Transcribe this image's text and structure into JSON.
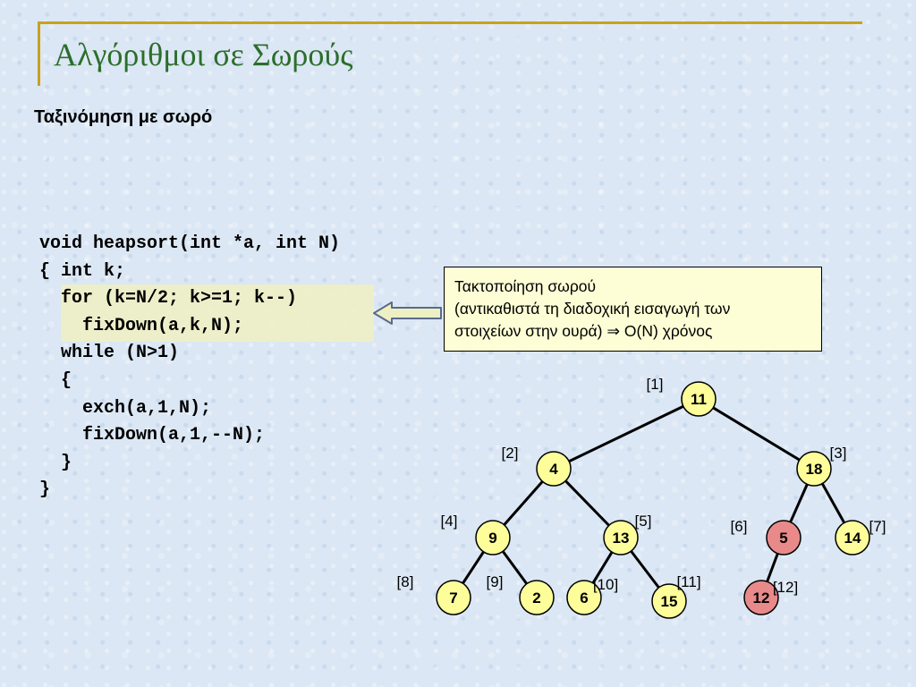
{
  "slide": {
    "title": "Αλγόριθμοι σε Σωρούς",
    "subtitle": "Ταξινόμηση με σωρό"
  },
  "code": {
    "lines": [
      "void heapsort(int *a, int N)",
      "{ int k;",
      "  for (k=N/2; k>=1; k--)",
      "    fixDown(a,k,N);",
      "  while (N>1)",
      "  {",
      "    exch(a,1,N);",
      "    fixDown(a,1,--N);",
      "  }",
      "}"
    ]
  },
  "note": {
    "line1": "Τακτοποίηση σωρού",
    "line2": "(αντικαθιστά τη διαδοχική εισαγωγή των",
    "line3": "στοιχείων στην ουρά) ⇒ Ο(Ν) χρόνος"
  },
  "heap": {
    "colors": {
      "normal": "#fdfd9a",
      "highlight": "#e98a8a",
      "edge": "#000000"
    },
    "nodes": [
      {
        "index": "[1]",
        "value": "11",
        "highlight": false
      },
      {
        "index": "[2]",
        "value": "4",
        "highlight": false
      },
      {
        "index": "[3]",
        "value": "18",
        "highlight": false
      },
      {
        "index": "[4]",
        "value": "9",
        "highlight": false
      },
      {
        "index": "[5]",
        "value": "13",
        "highlight": false
      },
      {
        "index": "[6]",
        "value": "5",
        "highlight": true
      },
      {
        "index": "[7]",
        "value": "14",
        "highlight": false
      },
      {
        "index": "[8]",
        "value": "7",
        "highlight": false
      },
      {
        "index": "[9]",
        "value": "2",
        "highlight": false
      },
      {
        "index": "[10]",
        "value": "6",
        "highlight": false
      },
      {
        "index": "[11]",
        "value": "15",
        "highlight": false
      },
      {
        "index": "[12]",
        "value": "12",
        "highlight": true
      }
    ]
  }
}
